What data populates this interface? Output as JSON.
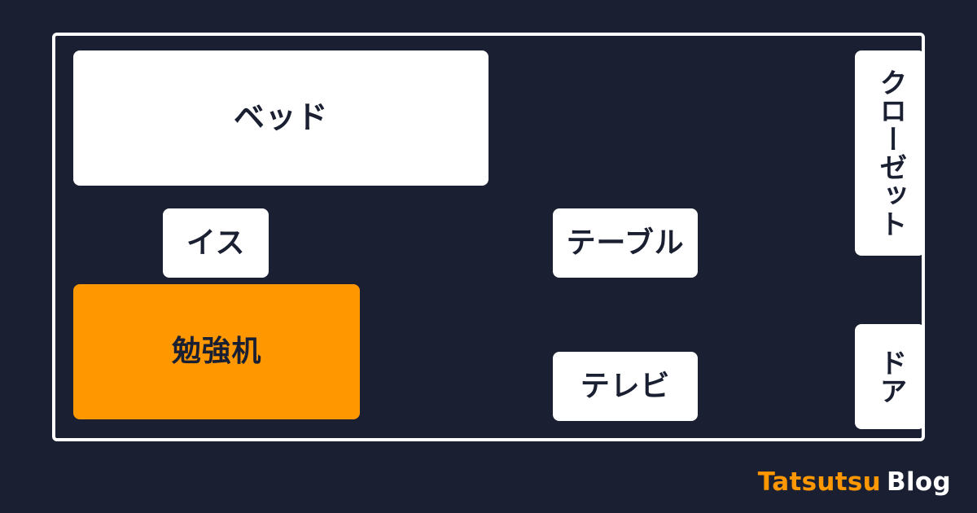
{
  "theme": {
    "background_color": "#1a2032",
    "room_border_color": "#ffffff",
    "block_color": "#ffffff",
    "accent_color": "#ff9800",
    "text_color": "#1a2032"
  },
  "room": {
    "name": "room-floor-plan"
  },
  "furniture": [
    {
      "id": "bed",
      "label": "ベッド",
      "orientation": "horizontal",
      "highlighted": false
    },
    {
      "id": "chair",
      "label": "イス",
      "orientation": "horizontal",
      "highlighted": false
    },
    {
      "id": "desk",
      "label": "勉強机",
      "orientation": "horizontal",
      "highlighted": true
    },
    {
      "id": "table",
      "label": "テーブル",
      "orientation": "horizontal",
      "highlighted": false
    },
    {
      "id": "tv",
      "label": "テレビ",
      "orientation": "horizontal",
      "highlighted": false
    },
    {
      "id": "closet",
      "label": "クローゼット",
      "orientation": "vertical",
      "highlighted": false
    },
    {
      "id": "door",
      "label": "ドア",
      "orientation": "vertical",
      "highlighted": false
    }
  ],
  "brand": {
    "name": "Tatsutsu",
    "suffix": "Blog"
  }
}
